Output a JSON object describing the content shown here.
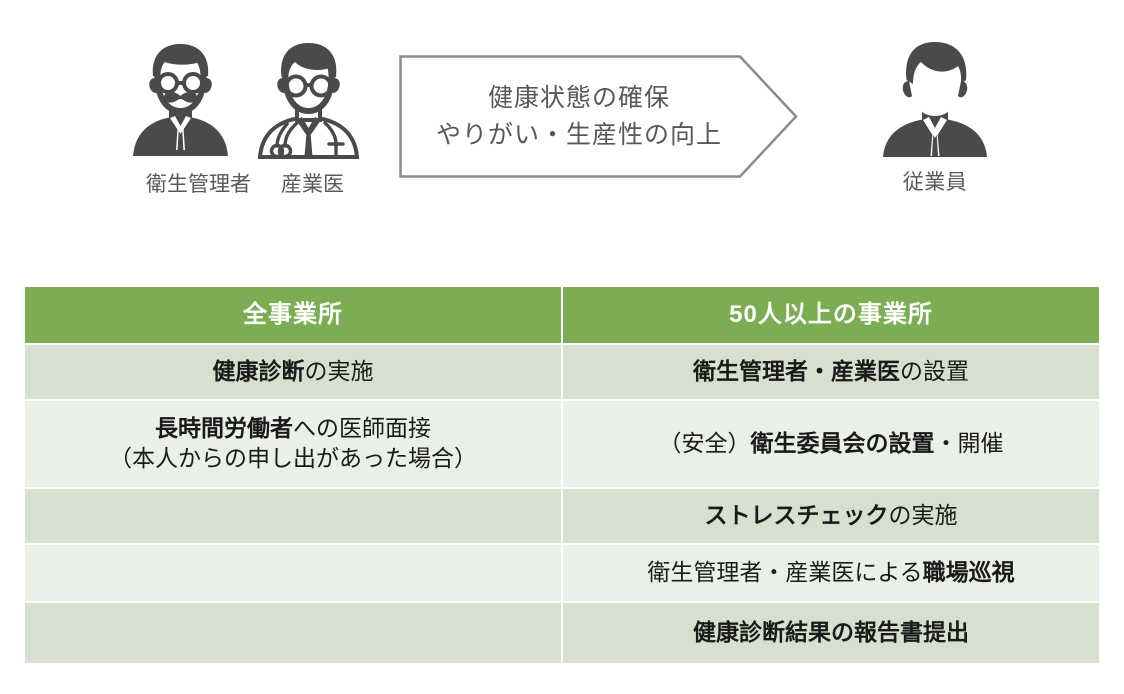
{
  "diagram": {
    "people": [
      {
        "id": "hygiene-manager",
        "icon": "person-with-glasses-mustache-icon",
        "caption": "衛生管理者"
      },
      {
        "id": "occupational-physician",
        "icon": "doctor-with-stethoscope-icon",
        "caption": "産業医"
      },
      {
        "id": "employee",
        "icon": "businessman-icon",
        "caption": "従業員"
      }
    ],
    "arrow": {
      "icon": "right-arrow-banner-icon",
      "line1": "健康状態の確保",
      "line2": "やりがい・生産性の向上",
      "border_color": "#8c8c8c",
      "text_color": "#585858"
    }
  },
  "table": {
    "header_bg": "#7CAD53",
    "row_shade_dark": "#D7E0CE",
    "row_shade_light": "#EAEFE7",
    "headers": [
      "全事業所",
      "50人以上の事業所"
    ],
    "rows": [
      {
        "left": {
          "bold_prefix": "健康診断",
          "rest": "の実施"
        },
        "right": {
          "bold_prefix": "衛生管理者・産業医",
          "rest": "の設置"
        }
      },
      {
        "left": {
          "bold_prefix": "長時間労働者",
          "rest": "への医師面接",
          "line2": "（本人からの申し出があった場合）"
        },
        "right": {
          "plain_prefix": "（安全）",
          "bold_mid": "衛生委員会の設置",
          "rest": "・開催"
        }
      },
      {
        "left": {
          "bold_prefix": "",
          "rest": ""
        },
        "right": {
          "bold_prefix": "ストレスチェック",
          "rest": "の実施"
        }
      },
      {
        "left": {
          "bold_prefix": "",
          "rest": ""
        },
        "right": {
          "plain_prefix": "衛生管理者・産業医による",
          "bold_mid": "職場巡視",
          "rest": ""
        }
      },
      {
        "left": {
          "bold_prefix": "",
          "rest": ""
        },
        "right": {
          "bold_prefix": "健康診断結果の報告書提出",
          "rest": ""
        }
      }
    ]
  }
}
